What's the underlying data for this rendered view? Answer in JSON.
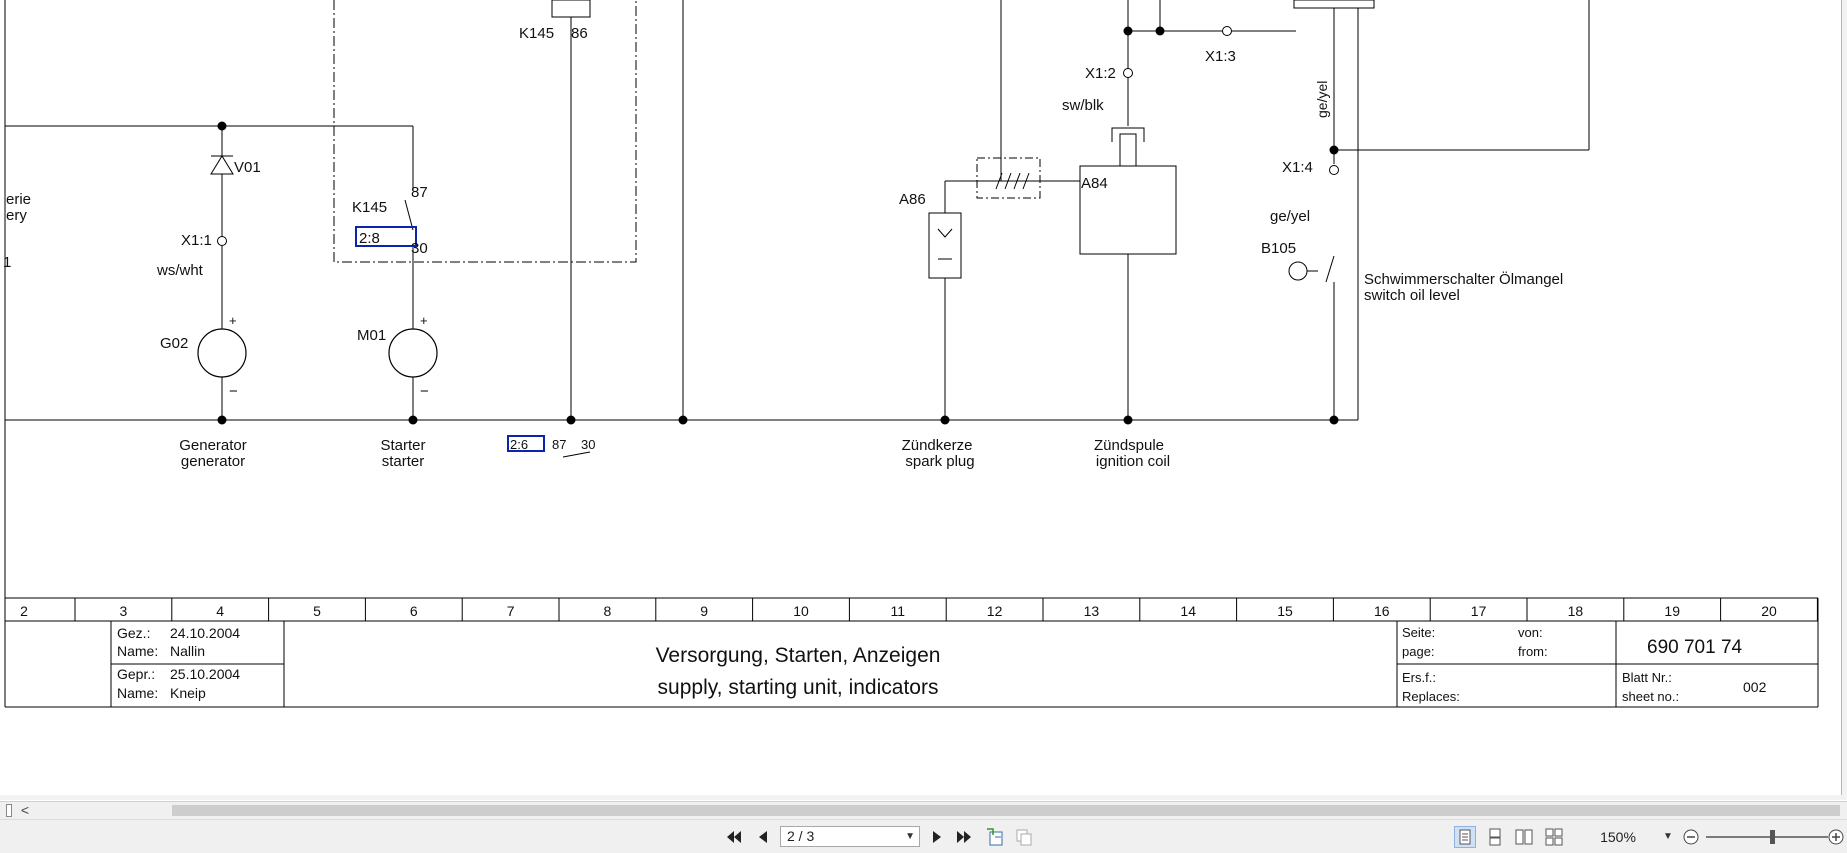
{
  "schematic": {
    "component_labels": {
      "k145_top": "K145",
      "k145_top_pin": "86",
      "x1_3": "X1:3",
      "x1_2": "X1:2",
      "sw_blk": "sw/blk",
      "ge_yel_vertical": "ge/yel",
      "erie": "erie",
      "ery": "ery",
      "one": "1",
      "v01": "V01",
      "k145": "K145",
      "pin_87": "87",
      "pin_30": "30",
      "ref_2_8": "2:8",
      "x1_1": "X1:1",
      "ws_wht": "ws/wht",
      "g02": "G02",
      "m01": "M01",
      "plus": "+",
      "minus": "−",
      "a86": "A86",
      "a84": "A84",
      "x1_4": "X1:4",
      "ge_yel": "ge/yel",
      "b105": "B105",
      "oil_switch_de": "Schwimmerschalter Ölmangel",
      "oil_switch_en": "switch oil level"
    },
    "bottom_labels": {
      "generator_de": "Generator",
      "generator_en": "generator",
      "starter_de": "Starter",
      "starter_en": "starter",
      "ref_2_6": "2:6",
      "ref_87": "87",
      "ref_30": "30",
      "spark_de": "Zündkerze",
      "spark_en": "spark plug",
      "coil_de": "Zündspule",
      "coil_en": "ignition coil"
    }
  },
  "title_block": {
    "columns": [
      "2",
      "3",
      "4",
      "5",
      "6",
      "7",
      "8",
      "9",
      "10",
      "11",
      "12",
      "13",
      "14",
      "15",
      "16",
      "17",
      "18",
      "19",
      "20"
    ],
    "gez_label": "Gez.:",
    "gez_date": "24.10.2004",
    "name1_label": "Name:",
    "name1": "Nallin",
    "gepr_label": "Gepr.:",
    "gepr_date": "25.10.2004",
    "name2_label": "Name:",
    "name2": "Kneip",
    "title_de": "Versorgung, Starten, Anzeigen",
    "title_en": "supply, starting unit, indicators",
    "seite_label": "Seite:",
    "von_label": "von:",
    "page_label": "page:",
    "from_label": "from:",
    "drawing_number": "690 701 74",
    "ersf_label": "Ers.f.:",
    "replaces_label": "Replaces:",
    "blatt_label": "Blatt Nr.:",
    "sheet_label": "sheet no.:",
    "sheet_no": "002"
  },
  "toolbar": {
    "page_indicator": "2 / 3",
    "zoom": "150%",
    "scroll_left": "<"
  },
  "icons": [
    "first-page-icon",
    "prev-page-icon",
    "next-page-icon",
    "last-page-icon",
    "extract-page-icon",
    "page-copy-icon",
    "single-page-view-icon",
    "continuous-view-icon",
    "two-page-view-icon",
    "two-page-continuous-icon",
    "zoom-out-icon",
    "zoom-in-icon"
  ]
}
